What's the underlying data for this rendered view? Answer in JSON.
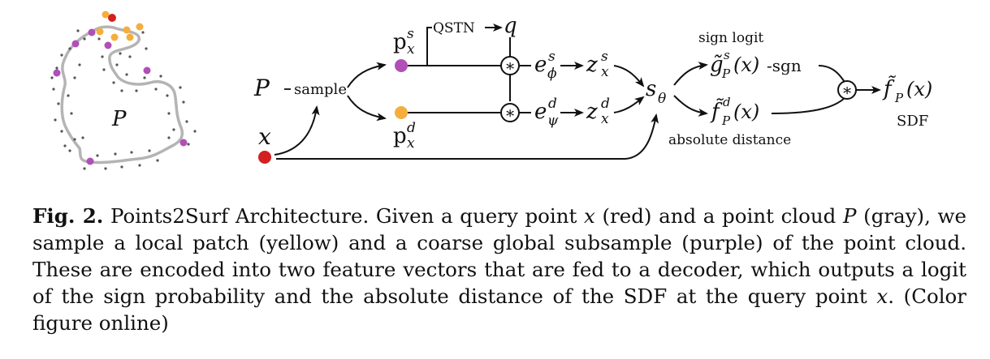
{
  "diagram": {
    "cloud_label": "P",
    "point_cloud_var": "P",
    "sample_label": "sample",
    "query_var": "x",
    "local_point": {
      "base": "p",
      "sup": "s",
      "sub": "x"
    },
    "global_point": {
      "base": "p",
      "sup": "d",
      "sub": "x"
    },
    "qstn_label": "QSTN",
    "q_var": "q",
    "enc_top": {
      "base": "e",
      "sup": "s",
      "sub": "ϕ"
    },
    "enc_bot": {
      "base": "e",
      "sup": "d",
      "sub": "ψ"
    },
    "z_top": {
      "base": "z",
      "sup": "s",
      "sub": "x"
    },
    "z_bot": {
      "base": "z",
      "sup": "d",
      "sub": "x"
    },
    "decoder": {
      "base": "s",
      "sub": "θ"
    },
    "sign_logit_label": "sign logit",
    "sign_fn": "g̃",
    "sign_fn_sup": "s",
    "sign_fn_sub": "P",
    "sign_arg": "(x)",
    "sgn_label": "-sgn",
    "dist_fn": "f̃",
    "dist_fn_sup": "d",
    "dist_fn_sub": "P",
    "dist_arg": "(x)",
    "abs_dist_label": "absolute distance",
    "out_fn": "f̃",
    "out_fn_sub": "P",
    "out_arg": "(x)",
    "sdf_label": "SDF",
    "conv_symbol": "∗",
    "colors": {
      "query_red": "#d42020",
      "local_yellow": "#f5ae3c",
      "global_purple": "#b04fb8",
      "outline_gray": "#b4b4b4",
      "dot_gray": "#555555"
    }
  },
  "caption": {
    "fig_label": "Fig. 2.",
    "t1": " Points2Surf Architecture. Given a query point ",
    "v1": "x",
    "t2": " (red) and a point cloud ",
    "v2": "P",
    "t3": " (gray), we sample a local patch (yellow) and a coarse global subsample (purple) of the point cloud. These are encoded into two feature vectors that are fed to a decoder, which outputs a logit of the sign probability and the absolute distance of the SDF at the query point ",
    "v3": "x",
    "t4": ". (Color figure online)"
  }
}
